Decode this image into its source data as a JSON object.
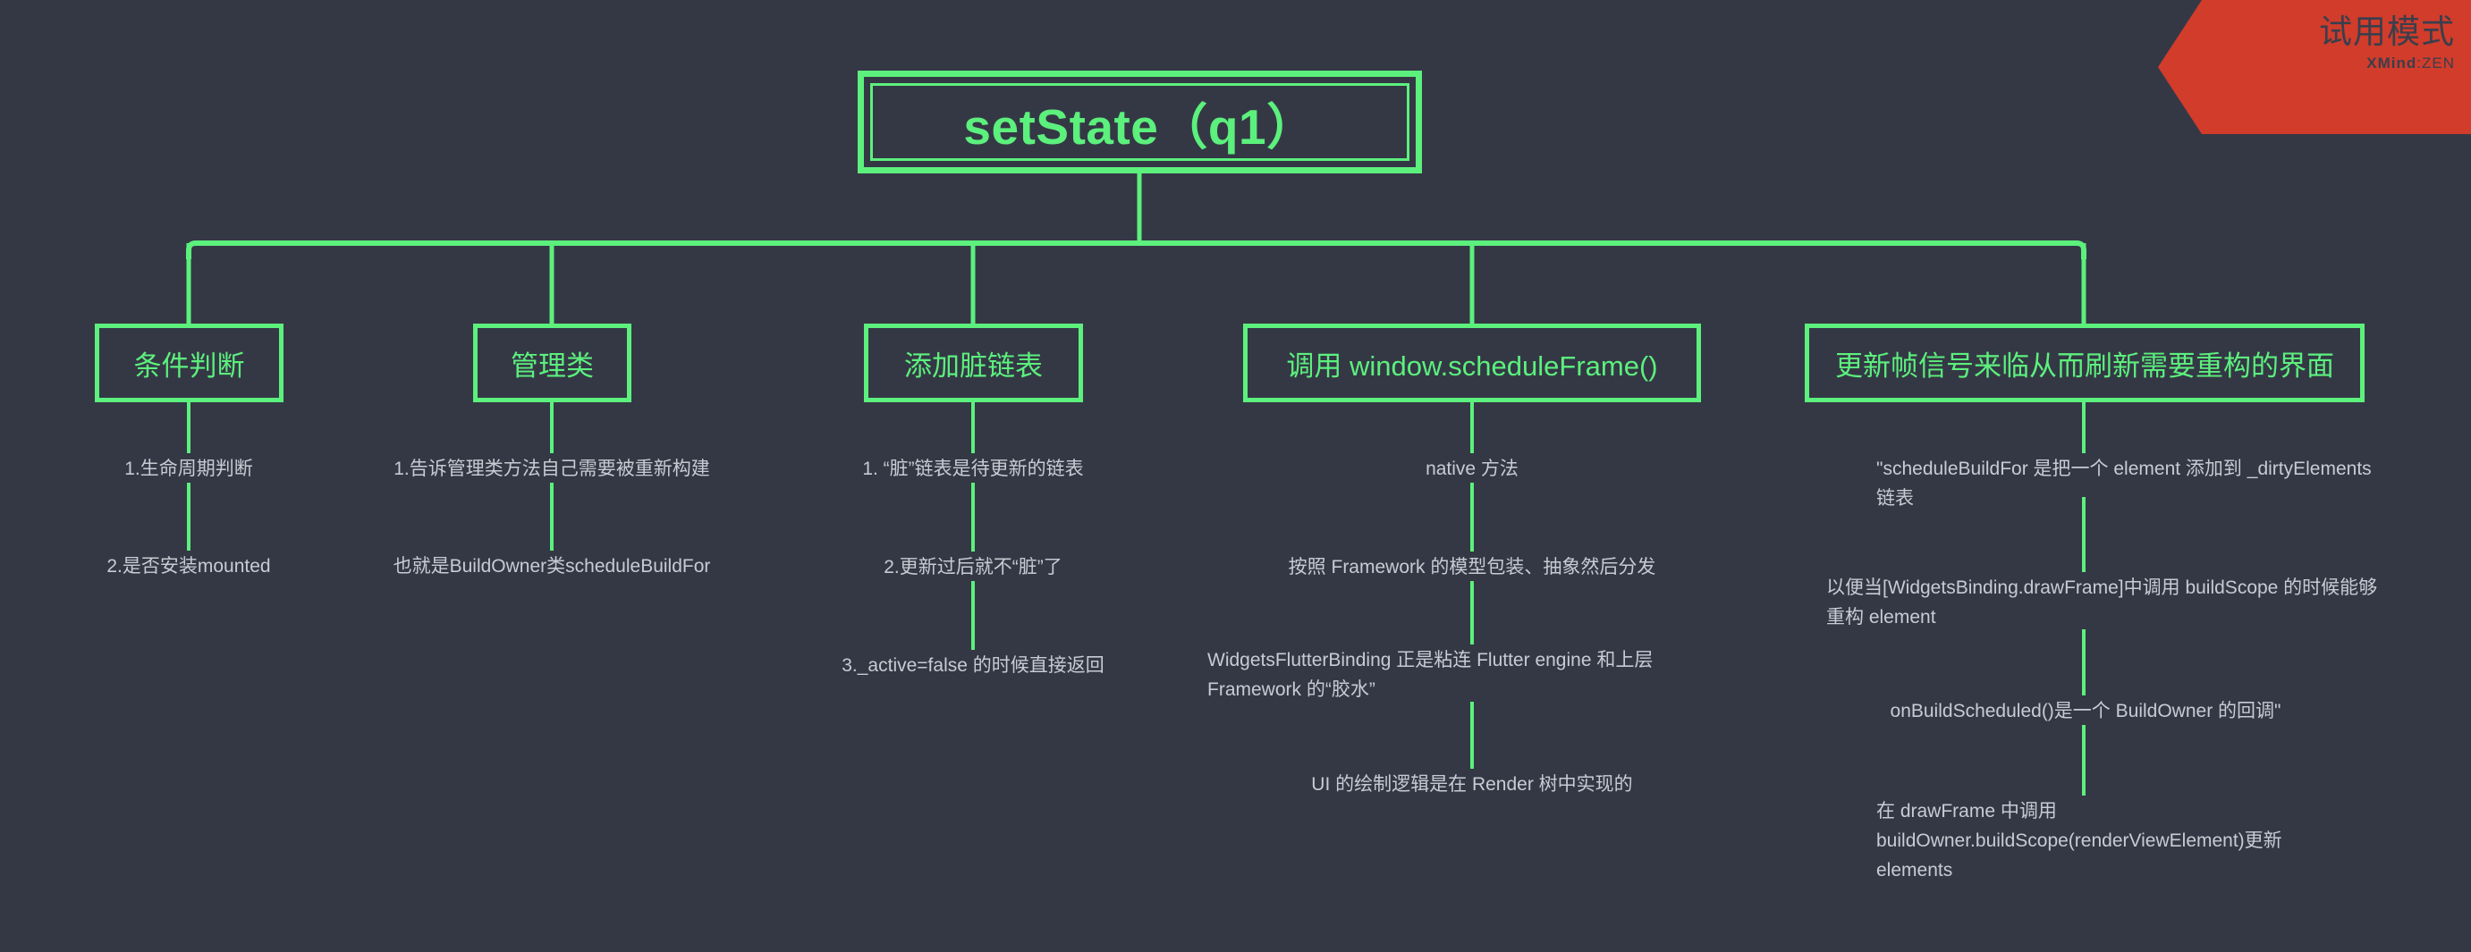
{
  "app": {
    "background_color": "#343845",
    "accent_color": "#5CF07D",
    "leaf_text_color": "#C8CBD3",
    "banner_color": "#D13C2B"
  },
  "banner": {
    "title": "试用模式",
    "product_bold": "XMind",
    "product_sep": ":",
    "product_rest": "ZEN"
  },
  "root": {
    "label": "setState（q1）"
  },
  "branches": [
    {
      "label": "条件判断",
      "children": [
        "1.生命周期判断",
        "2.是否安装mounted"
      ]
    },
    {
      "label": "管理类",
      "children": [
        "1.告诉管理类方法自己需要被重新构建",
        "也就是BuildOwner类scheduleBuildFor"
      ]
    },
    {
      "label": "添加脏链表",
      "children": [
        "1. “脏”链表是待更新的链表",
        "2.更新过后就不“脏”了",
        "3._active=false 的时候直接返回"
      ]
    },
    {
      "label": "调用 window.scheduleFrame()",
      "children": [
        "native 方法",
        "按照 Framework 的模型包装、抽象然后分发",
        "WidgetsFlutterBinding 正是粘连 Flutter engine 和上层 Framework 的“胶水”",
        "UI 的绘制逻辑是在 Render 树中实现的"
      ]
    },
    {
      "label": "更新帧信号来临从而刷新需要重构的界面",
      "children": [
        "\"scheduleBuildFor 是把一个 element 添加到 _dirtyElements 链表",
        "以便当[WidgetsBinding.drawFrame]中调用 buildScope 的时候能够重构 element",
        "onBuildScheduled()是一个 BuildOwner 的回调\"",
        "在 drawFrame 中调用 buildOwner.buildScope(renderViewElement)更新 elements"
      ]
    }
  ]
}
